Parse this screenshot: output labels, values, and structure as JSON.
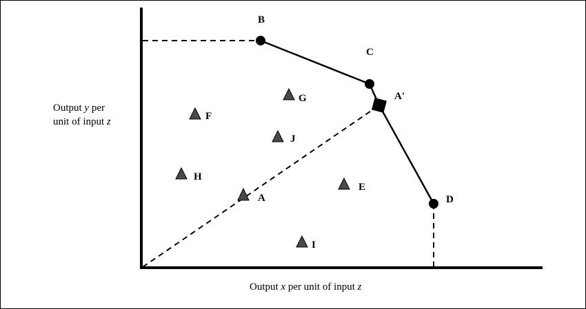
{
  "y_axis_label": {
    "line1_prefix": "Output ",
    "line1_var": "y",
    "line1_suffix": " per",
    "line2_prefix": "unit of input ",
    "line2_var": "z"
  },
  "x_axis_label": {
    "prefix": "Output ",
    "var_x": "x",
    "middle": " per unit of input ",
    "var_z": "z"
  },
  "frontier_points": {
    "B": "B",
    "C": "C",
    "D": "D",
    "A_prime": "A'"
  },
  "firms": {
    "A": "A",
    "E": "E",
    "F": "F",
    "G": "G",
    "H": "H",
    "I": "I",
    "J": "J"
  },
  "colors": {
    "triangle_fill": "#4a4a4a",
    "line": "#000000"
  }
}
